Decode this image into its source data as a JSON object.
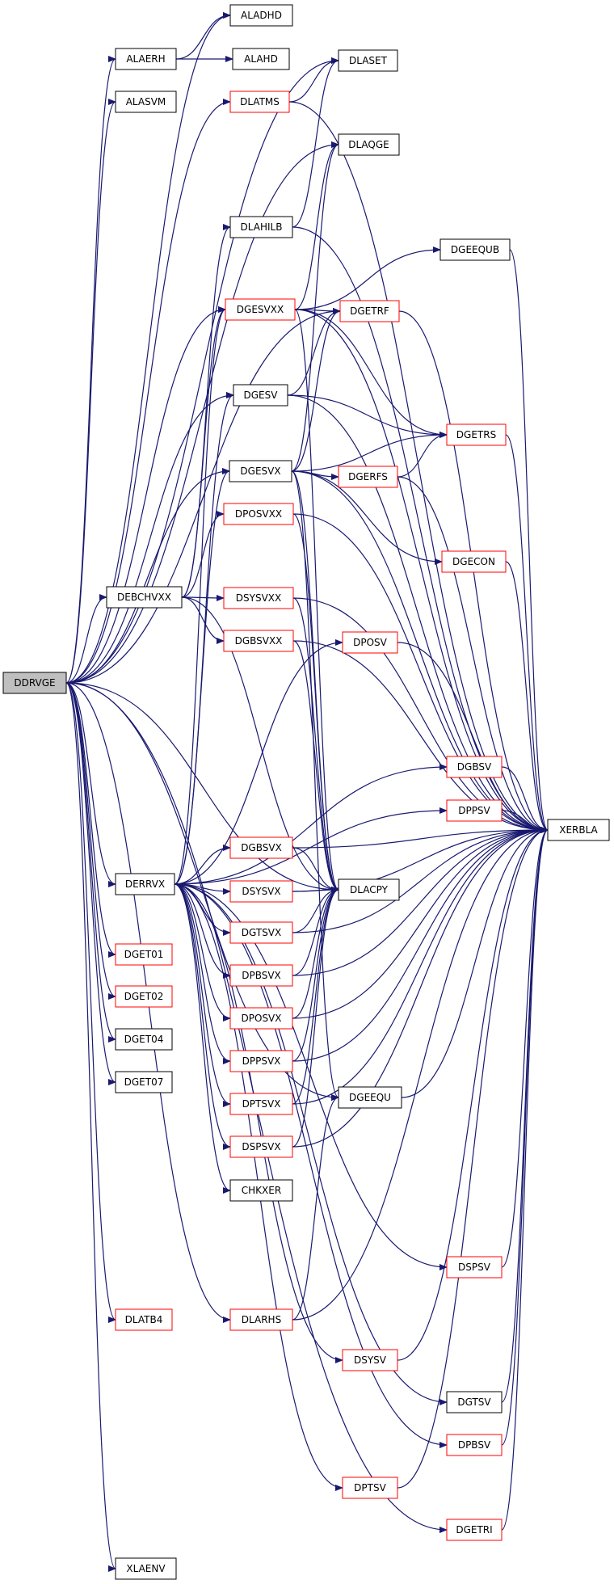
{
  "colors": {
    "edge": "#191970",
    "border_normal": "#000000",
    "border_linked": "#ff0000",
    "root_fill": "#bfbfbf",
    "node_fill": "#ffffff",
    "text": "#000000"
  },
  "graph": {
    "root": "DDRVGE",
    "nodes": [
      {
        "id": "DDRVGE",
        "label": "DDRVGE",
        "style": "root"
      },
      {
        "id": "ALADHD",
        "label": "ALADHD",
        "style": "normal"
      },
      {
        "id": "ALAERH",
        "label": "ALAERH",
        "style": "normal"
      },
      {
        "id": "ALAHD",
        "label": "ALAHD",
        "style": "normal"
      },
      {
        "id": "ALASVM",
        "label": "ALASVM",
        "style": "normal"
      },
      {
        "id": "DLATMS",
        "label": "DLATMS",
        "style": "linked"
      },
      {
        "id": "DLASET",
        "label": "DLASET",
        "style": "normal"
      },
      {
        "id": "DLAQGE",
        "label": "DLAQGE",
        "style": "normal"
      },
      {
        "id": "DLAHILB",
        "label": "DLAHILB",
        "style": "normal"
      },
      {
        "id": "DGEEQUB",
        "label": "DGEEQUB",
        "style": "normal"
      },
      {
        "id": "DGESVXX",
        "label": "DGESVXX",
        "style": "linked"
      },
      {
        "id": "DGETRF",
        "label": "DGETRF",
        "style": "linked"
      },
      {
        "id": "DGESV",
        "label": "DGESV",
        "style": "normal"
      },
      {
        "id": "DGETRS",
        "label": "DGETRS",
        "style": "linked"
      },
      {
        "id": "DGESVX",
        "label": "DGESVX",
        "style": "normal"
      },
      {
        "id": "DGERFS",
        "label": "DGERFS",
        "style": "linked"
      },
      {
        "id": "DPOSVXX",
        "label": "DPOSVXX",
        "style": "linked"
      },
      {
        "id": "DGECON",
        "label": "DGECON",
        "style": "linked"
      },
      {
        "id": "DEBCHVXX",
        "label": "DEBCHVXX",
        "style": "normal"
      },
      {
        "id": "DSYSVXX",
        "label": "DSYSVXX",
        "style": "linked"
      },
      {
        "id": "DPOSV",
        "label": "DPOSV",
        "style": "linked"
      },
      {
        "id": "DGBSVXX",
        "label": "DGBSVXX",
        "style": "linked"
      },
      {
        "id": "DGBSV",
        "label": "DGBSV",
        "style": "linked"
      },
      {
        "id": "DPPSV",
        "label": "DPPSV",
        "style": "linked"
      },
      {
        "id": "XERBLA",
        "label": "XERBLA",
        "style": "normal"
      },
      {
        "id": "DGBSVX",
        "label": "DGBSVX",
        "style": "linked"
      },
      {
        "id": "DLACPY",
        "label": "DLACPY",
        "style": "normal"
      },
      {
        "id": "DSYSVX",
        "label": "DSYSVX",
        "style": "linked"
      },
      {
        "id": "DERRVX",
        "label": "DERRVX",
        "style": "normal"
      },
      {
        "id": "DGTSVX",
        "label": "DGTSVX",
        "style": "linked"
      },
      {
        "id": "DGET01",
        "label": "DGET01",
        "style": "linked"
      },
      {
        "id": "DPBSVX",
        "label": "DPBSVX",
        "style": "linked"
      },
      {
        "id": "DGET02",
        "label": "DGET02",
        "style": "linked"
      },
      {
        "id": "DPOSVX",
        "label": "DPOSVX",
        "style": "linked"
      },
      {
        "id": "DGET04",
        "label": "DGET04",
        "style": "normal"
      },
      {
        "id": "DPPSVX",
        "label": "DPPSVX",
        "style": "linked"
      },
      {
        "id": "DGET07",
        "label": "DGET07",
        "style": "normal"
      },
      {
        "id": "DGEEQU",
        "label": "DGEEQU",
        "style": "normal"
      },
      {
        "id": "DPTSVX",
        "label": "DPTSVX",
        "style": "linked"
      },
      {
        "id": "DSPSVX",
        "label": "DSPSVX",
        "style": "linked"
      },
      {
        "id": "CHKXER",
        "label": "CHKXER",
        "style": "normal"
      },
      {
        "id": "DSPSV",
        "label": "DSPSV",
        "style": "linked"
      },
      {
        "id": "DLATB4",
        "label": "DLATB4",
        "style": "linked"
      },
      {
        "id": "DLARHS",
        "label": "DLARHS",
        "style": "linked"
      },
      {
        "id": "DSYSV",
        "label": "DSYSV",
        "style": "linked"
      },
      {
        "id": "DGTSV",
        "label": "DGTSV",
        "style": "normal"
      },
      {
        "id": "DPBSV",
        "label": "DPBSV",
        "style": "linked"
      },
      {
        "id": "DPTSV",
        "label": "DPTSV",
        "style": "linked"
      },
      {
        "id": "DGETRI",
        "label": "DGETRI",
        "style": "linked"
      },
      {
        "id": "XLAENV",
        "label": "XLAENV",
        "style": "normal"
      }
    ],
    "edges": [
      [
        "DDRVGE",
        "ALADHD"
      ],
      [
        "DDRVGE",
        "ALAERH"
      ],
      [
        "DDRVGE",
        "ALASVM"
      ],
      [
        "DDRVGE",
        "DLATMS"
      ],
      [
        "DDRVGE",
        "DLASET"
      ],
      [
        "DDRVGE",
        "DLAQGE"
      ],
      [
        "DDRVGE",
        "DGESVXX"
      ],
      [
        "DDRVGE",
        "DGETRF"
      ],
      [
        "DDRVGE",
        "DGESV"
      ],
      [
        "DDRVGE",
        "DGESVX"
      ],
      [
        "DDRVGE",
        "DEBCHVXX"
      ],
      [
        "DDRVGE",
        "DLACPY"
      ],
      [
        "DDRVGE",
        "DERRVX"
      ],
      [
        "DDRVGE",
        "DGET01"
      ],
      [
        "DDRVGE",
        "DGET02"
      ],
      [
        "DDRVGE",
        "DGET04"
      ],
      [
        "DDRVGE",
        "DGET07"
      ],
      [
        "DDRVGE",
        "DGEEQU"
      ],
      [
        "DDRVGE",
        "DLATB4"
      ],
      [
        "DDRVGE",
        "DLARHS"
      ],
      [
        "DDRVGE",
        "DGETRI"
      ],
      [
        "DDRVGE",
        "XLAENV"
      ],
      [
        "ALAERH",
        "ALADHD"
      ],
      [
        "ALAERH",
        "ALAHD"
      ],
      [
        "DLATMS",
        "DLASET"
      ],
      [
        "DLATMS",
        "XERBLA"
      ],
      [
        "DLAHILB",
        "DLASET"
      ],
      [
        "DLAHILB",
        "XERBLA"
      ],
      [
        "DGESVXX",
        "DLAQGE"
      ],
      [
        "DGESVXX",
        "DGEEQUB"
      ],
      [
        "DGESVXX",
        "DGETRF"
      ],
      [
        "DGESVXX",
        "DGETRS"
      ],
      [
        "DGESVXX",
        "DLACPY"
      ],
      [
        "DGESVXX",
        "XERBLA"
      ],
      [
        "DGEEQUB",
        "XERBLA"
      ],
      [
        "DGETRF",
        "XERBLA"
      ],
      [
        "DGESV",
        "DGETRF"
      ],
      [
        "DGESV",
        "DGETRS"
      ],
      [
        "DGESV",
        "XERBLA"
      ],
      [
        "DGETRS",
        "XERBLA"
      ],
      [
        "DGESVX",
        "DLAQGE"
      ],
      [
        "DGESVX",
        "DGETRF"
      ],
      [
        "DGESVX",
        "DGETRS"
      ],
      [
        "DGESVX",
        "DGERFS"
      ],
      [
        "DGESVX",
        "DGECON"
      ],
      [
        "DGESVX",
        "DLACPY"
      ],
      [
        "DGESVX",
        "DGEEQU"
      ],
      [
        "DGESVX",
        "XERBLA"
      ],
      [
        "DGERFS",
        "DGETRS"
      ],
      [
        "DGERFS",
        "XERBLA"
      ],
      [
        "DPOSVXX",
        "DLACPY"
      ],
      [
        "DPOSVXX",
        "XERBLA"
      ],
      [
        "DGECON",
        "XERBLA"
      ],
      [
        "DEBCHVXX",
        "DLAHILB"
      ],
      [
        "DEBCHVXX",
        "DGESVXX"
      ],
      [
        "DEBCHVXX",
        "DPOSVXX"
      ],
      [
        "DEBCHVXX",
        "DSYSVXX"
      ],
      [
        "DEBCHVXX",
        "DGBSVXX"
      ],
      [
        "DEBCHVXX",
        "DLACPY"
      ],
      [
        "DSYSVXX",
        "DLACPY"
      ],
      [
        "DSYSVXX",
        "XERBLA"
      ],
      [
        "DPOSV",
        "XERBLA"
      ],
      [
        "DGBSVXX",
        "DLACPY"
      ],
      [
        "DGBSVXX",
        "XERBLA"
      ],
      [
        "DGBSV",
        "XERBLA"
      ],
      [
        "DPPSV",
        "XERBLA"
      ],
      [
        "DGBSVX",
        "XERBLA"
      ],
      [
        "DGBSVX",
        "DLACPY"
      ],
      [
        "DSYSVX",
        "DLACPY"
      ],
      [
        "DSYSVX",
        "XERBLA"
      ],
      [
        "DERRVX",
        "DGESVXX"
      ],
      [
        "DERRVX",
        "DGESV"
      ],
      [
        "DERRVX",
        "DGESVX"
      ],
      [
        "DERRVX",
        "DPOSV"
      ],
      [
        "DERRVX",
        "DGBSV"
      ],
      [
        "DERRVX",
        "DPPSV"
      ],
      [
        "DERRVX",
        "DGBSVX"
      ],
      [
        "DERRVX",
        "DSYSVX"
      ],
      [
        "DERRVX",
        "DGTSVX"
      ],
      [
        "DERRVX",
        "DPBSVX"
      ],
      [
        "DERRVX",
        "DPOSVX"
      ],
      [
        "DERRVX",
        "DPPSVX"
      ],
      [
        "DERRVX",
        "DPTSVX"
      ],
      [
        "DERRVX",
        "DSPSVX"
      ],
      [
        "DERRVX",
        "CHKXER"
      ],
      [
        "DERRVX",
        "DSPSV"
      ],
      [
        "DERRVX",
        "DSYSV"
      ],
      [
        "DERRVX",
        "DGTSV"
      ],
      [
        "DERRVX",
        "DPBSV"
      ],
      [
        "DERRVX",
        "DPTSV"
      ],
      [
        "DGTSVX",
        "DLACPY"
      ],
      [
        "DGTSVX",
        "XERBLA"
      ],
      [
        "DPBSVX",
        "DLACPY"
      ],
      [
        "DPBSVX",
        "XERBLA"
      ],
      [
        "DPOSVX",
        "DLACPY"
      ],
      [
        "DPOSVX",
        "XERBLA"
      ],
      [
        "DPPSVX",
        "DLACPY"
      ],
      [
        "DPPSVX",
        "XERBLA"
      ],
      [
        "DGEEQU",
        "XERBLA"
      ],
      [
        "DPTSVX",
        "DLACPY"
      ],
      [
        "DPTSVX",
        "XERBLA"
      ],
      [
        "DSPSVX",
        "DLACPY"
      ],
      [
        "DSPSVX",
        "XERBLA"
      ],
      [
        "DSPSV",
        "XERBLA"
      ],
      [
        "DLARHS",
        "DGEEQU"
      ],
      [
        "DLARHS",
        "XERBLA"
      ],
      [
        "DSYSV",
        "XERBLA"
      ],
      [
        "DGTSV",
        "XERBLA"
      ],
      [
        "DPBSV",
        "XERBLA"
      ],
      [
        "DPTSV",
        "XERBLA"
      ],
      [
        "DGETRI",
        "XERBLA"
      ]
    ]
  }
}
